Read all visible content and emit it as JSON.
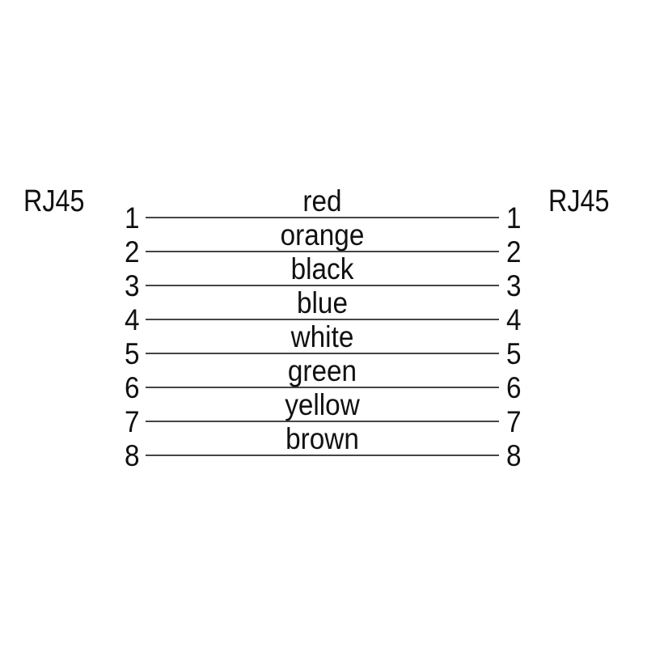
{
  "diagram": {
    "left_connector_label": "RJ45",
    "right_connector_label": "RJ45",
    "wires": [
      {
        "left_pin": "1",
        "color": "red",
        "right_pin": "1"
      },
      {
        "left_pin": "2",
        "color": "orange",
        "right_pin": "2"
      },
      {
        "left_pin": "3",
        "color": "black",
        "right_pin": "3"
      },
      {
        "left_pin": "4",
        "color": "blue",
        "right_pin": "4"
      },
      {
        "left_pin": "5",
        "color": "white",
        "right_pin": "5"
      },
      {
        "left_pin": "6",
        "color": "green",
        "right_pin": "6"
      },
      {
        "left_pin": "7",
        "color": "yellow",
        "right_pin": "7"
      },
      {
        "left_pin": "8",
        "color": "brown",
        "right_pin": "8"
      }
    ],
    "colors": {
      "line": "#454545",
      "text": "#111111",
      "background": "#ffffff"
    }
  }
}
